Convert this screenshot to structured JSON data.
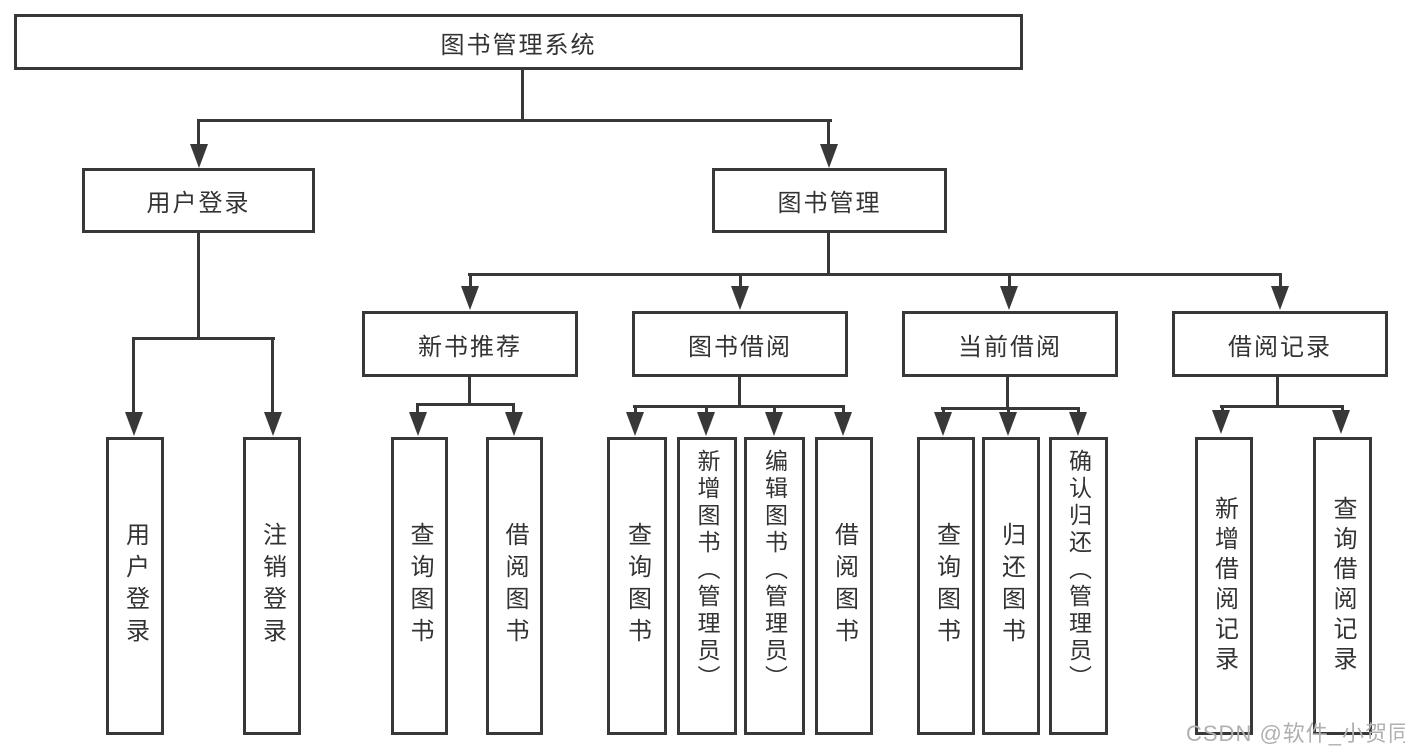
{
  "diagram": {
    "type": "tree",
    "title": "图书管理系统",
    "nodes": {
      "root": "图书管理系统",
      "user_login": "用户登录",
      "book_mgmt": "图书管理",
      "ul_user_login": "用户登录",
      "ul_logout": "注销登录",
      "new_book_rec": "新书推荐",
      "book_borrow": "图书借阅",
      "current_borrow": "当前借阅",
      "borrow_record": "借阅记录",
      "nbr_query": "查询图书",
      "nbr_borrow": "借阅图书",
      "bb_query": "查询图书",
      "bb_add": "新增图书（管理员）",
      "bb_edit": "编辑图书（管理员）",
      "bb_borrow": "借阅图书",
      "cb_query": "查询图书",
      "cb_return": "归还图书",
      "cb_confirm": "确认归还（管理员）",
      "br_add": "新增借阅记录",
      "br_query": "查询借阅记录"
    },
    "hierarchy": {
      "图书管理系统": [
        "用户登录",
        "图书管理"
      ],
      "用户登录": [
        "用户登录",
        "注销登录"
      ],
      "图书管理": [
        "新书推荐",
        "图书借阅",
        "当前借阅",
        "借阅记录"
      ],
      "新书推荐": [
        "查询图书",
        "借阅图书"
      ],
      "图书借阅": [
        "查询图书",
        "新增图书（管理员）",
        "编辑图书（管理员）",
        "借阅图书"
      ],
      "当前借阅": [
        "查询图书",
        "归还图书",
        "确认归还（管理员）"
      ],
      "借阅记录": [
        "新增借阅记录",
        "查询借阅记录"
      ]
    },
    "colors": {
      "line": "#383838",
      "text": "#333333",
      "box_fill": "#ffffff",
      "background": "#ffffff",
      "watermark": "#b0b0b0"
    }
  },
  "watermark": {
    "text": "CSDN @软件_小贺同学"
  }
}
